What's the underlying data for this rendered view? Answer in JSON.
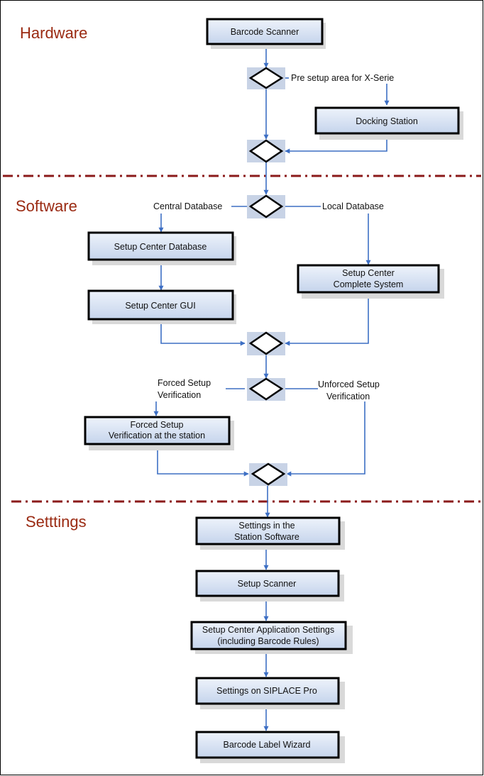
{
  "sections": [
    {
      "id": "hardware",
      "title": "Hardware"
    },
    {
      "id": "software",
      "title": "Software"
    },
    {
      "id": "settings",
      "title": "Setttings"
    }
  ],
  "boxes": [
    {
      "id": "barcode-scanner",
      "lines": [
        "Barcode Scanner"
      ]
    },
    {
      "id": "docking-station",
      "lines": [
        "Docking Station"
      ]
    },
    {
      "id": "setup-center-database",
      "lines": [
        "Setup Center Database"
      ]
    },
    {
      "id": "setup-center-gui",
      "lines": [
        "Setup Center GUI"
      ]
    },
    {
      "id": "setup-center-complete-system",
      "lines": [
        "Setup Center",
        "Complete System"
      ]
    },
    {
      "id": "forced-setup-verification-station",
      "lines": [
        "Forced Setup",
        "Verification at the station"
      ]
    },
    {
      "id": "settings-station-software",
      "lines": [
        "Settings in the",
        "Station Software"
      ]
    },
    {
      "id": "setup-scanner",
      "lines": [
        "Setup Scanner"
      ]
    },
    {
      "id": "setup-center-application-settings",
      "lines": [
        "Setup Center Application Settings",
        "(including Barcode Rules)"
      ]
    },
    {
      "id": "settings-siplace-pro",
      "lines": [
        "Settings on SIPLACE Pro"
      ]
    },
    {
      "id": "barcode-label-wizard",
      "lines": [
        "Barcode Label Wizard"
      ]
    }
  ],
  "labels": [
    {
      "id": "pre-setup-area",
      "lines": [
        "Pre setup area for X-Serie"
      ]
    },
    {
      "id": "central-database",
      "lines": [
        "Central Database"
      ]
    },
    {
      "id": "local-database",
      "lines": [
        "Local Database"
      ]
    },
    {
      "id": "forced-setup-verification",
      "lines": [
        "Forced Setup",
        "Verification"
      ]
    },
    {
      "id": "unforced-setup-verification",
      "lines": [
        "Unforced Setup",
        "Verification"
      ]
    }
  ],
  "colors": {
    "section_title": "#9a2a12",
    "divider": "#8b1a1a",
    "edge": "#3d6fc4",
    "box_fill_top": "#eef3fb",
    "box_fill_bottom": "#c5d4ec"
  }
}
